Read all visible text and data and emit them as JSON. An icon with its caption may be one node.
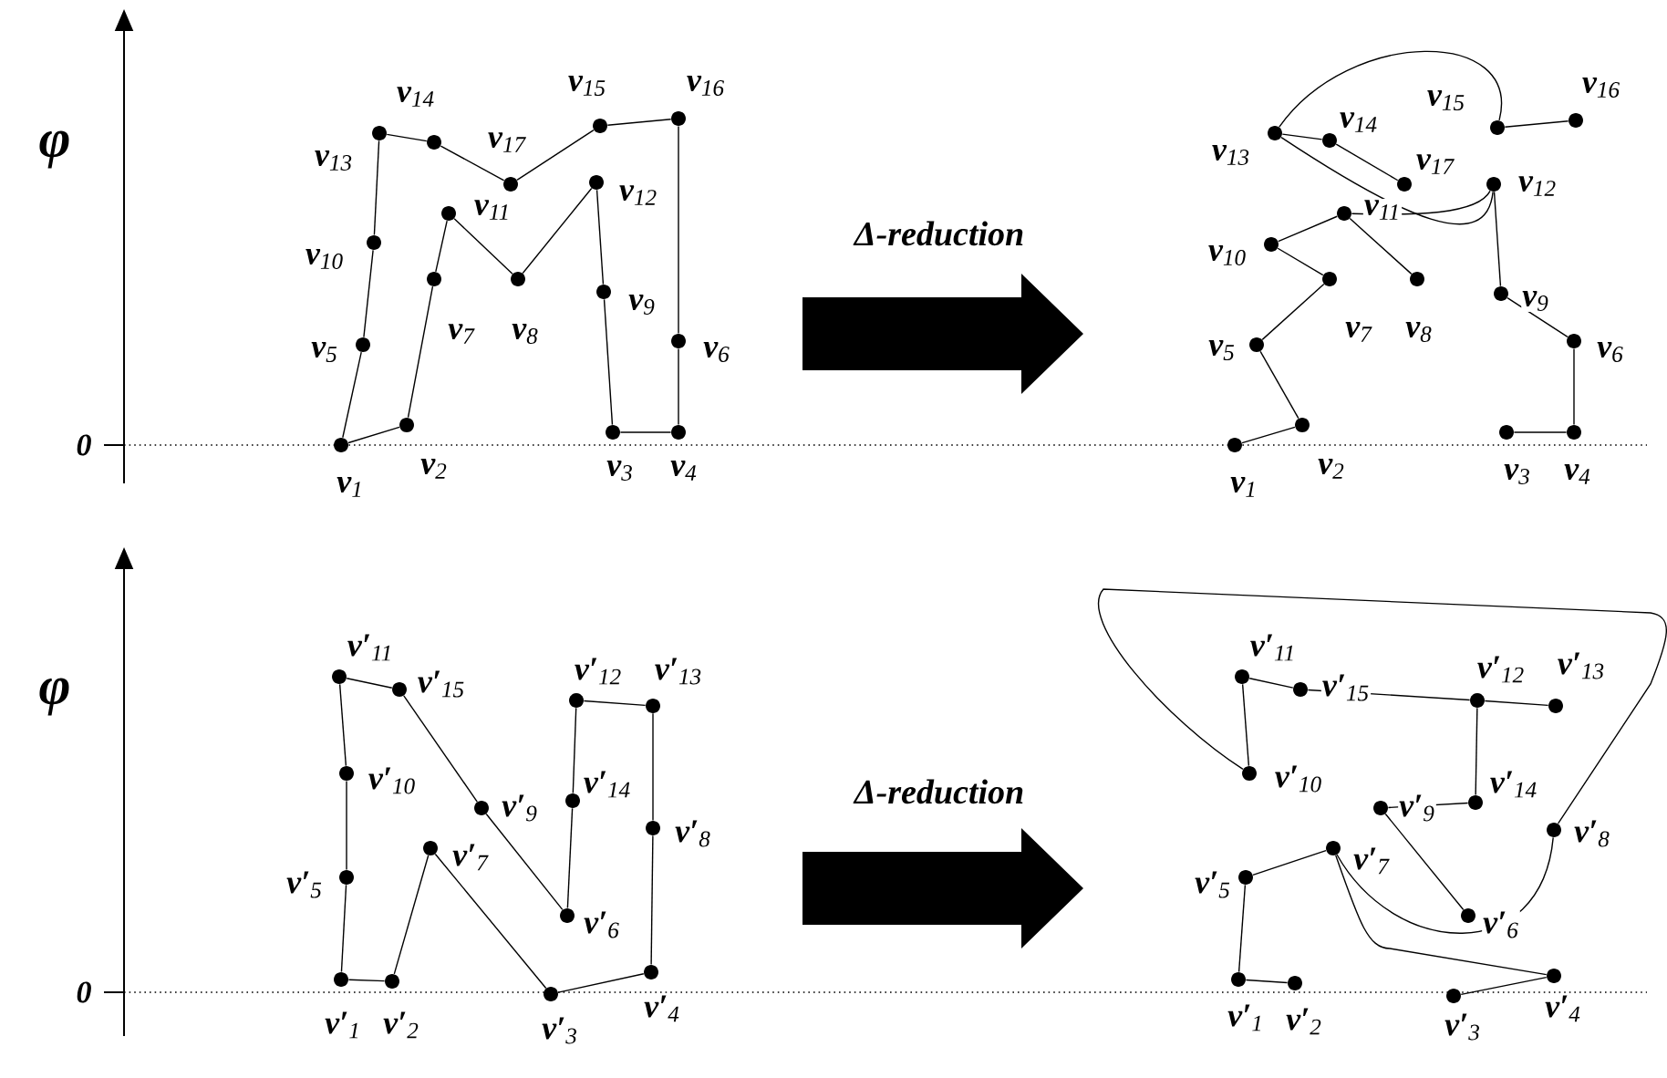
{
  "diagram": {
    "nodes": [
      {
        "text": [],
        "shape": "circle",
        "beside": [
          "**v**$_{1}$"
        ]
      },
      {
        "text": [],
        "shape": "circle",
        "beside": [
          "**v**$_{2}$"
        ]
      },
      {
        "text": [],
        "shape": "circle",
        "beside": [
          "**v**$_{3}$"
        ]
      },
      {
        "text": [],
        "shape": "circle",
        "beside": [
          "**v**$_{4}$"
        ]
      },
      {
        "text": [],
        "shape": "circle",
        "beside": [
          "**v**$_{5}$"
        ]
      },
      {
        "text": [],
        "shape": "circle",
        "beside": [
          "**v**$_{6}$"
        ]
      },
      {
        "text": [],
        "shape": "circle",
        "beside": [
          "**v**$_{7}$"
        ]
      },
      {
        "text": [],
        "shape": "circle",
        "beside": [
          "**v**$_{8}$"
        ]
      },
      {
        "text": [],
        "shape": "circle",
        "beside": [
          "**v**$_{9}$"
        ]
      },
      {
        "text": [],
        "shape": "circle",
        "beside": [
          "**v**$_{10}$"
        ]
      },
      {
        "text": [],
        "shape": "circle",
        "beside": [
          "**v**$_{11}$"
        ]
      },
      {
        "text": [],
        "shape": "circle",
        "beside": [
          "**v**$_{12}$"
        ]
      },
      {
        "text": [],
        "shape": "circle",
        "beside": [
          "**v**$_{13}$"
        ]
      },
      {
        "text": [],
        "shape": "circle",
        "beside": [
          "**v**$_{14}$"
        ]
      },
      {
        "text": [],
        "shape": "circle",
        "beside": [
          "**v**$_{15}$"
        ]
      },
      {
        "text": [],
        "shape": "circle",
        "beside": [
          "**v**$_{16}$"
        ]
      },
      {
        "text": [],
        "shape": "circle",
        "beside": [
          "**v**$_{17}$"
        ]
      },
      {
        "text": [],
        "shape": "circle",
        "beside": [
          "**v**$_{1}$"
        ]
      },
      {
        "text": [],
        "shape": "circle",
        "beside": [
          "**v**$_{2}$"
        ]
      },
      {
        "text": [],
        "shape": "circle",
        "beside": [
          "**v**$_{3}$"
        ]
      },
      {
        "text": [],
        "shape": "circle",
        "beside": [
          "**v**$_{4}$"
        ]
      },
      {
        "text": [],
        "shape": "circle",
        "beside": [
          "**v**$_{5}$"
        ]
      },
      {
        "text": [],
        "shape": "circle",
        "beside": [
          "**v**$_{6}$"
        ]
      },
      {
        "text": [],
        "shape": "circle",
        "beside": [
          "**v**$_{7}$"
        ]
      },
      {
        "text": [],
        "shape": "circle",
        "beside": [
          "**v**$_{8}$"
        ]
      },
      {
        "text": [],
        "shape": "circle",
        "beside": [
          "**v**$_{9}$"
        ]
      },
      {
        "text": [],
        "shape": "circle",
        "beside": [
          "**v**$_{10}$"
        ]
      },
      {
        "text": [],
        "shape": "circle",
        "beside": [
          "**v**$_{11}$"
        ]
      },
      {
        "text": [],
        "shape": "circle",
        "beside": [
          "**v**$_{12}$"
        ]
      },
      {
        "text": [],
        "shape": "circle",
        "beside": [
          "**v**$_{13}$"
        ]
      },
      {
        "text": [],
        "shape": "circle",
        "beside": [
          "**v**$_{14}$"
        ]
      },
      {
        "text": [],
        "shape": "circle",
        "beside": [
          "**v**$_{15}$"
        ]
      },
      {
        "text": [],
        "shape": "circle",
        "beside": [
          "**v**$_{16}$"
        ]
      },
      {
        "text": [],
        "shape": "circle",
        "beside": [
          "**v**$_{17}$"
        ]
      },
      {
        "text": [],
        "shape": "circle",
        "beside": [
          "**v′**$_{1}$"
        ]
      },
      {
        "text": [],
        "shape": "circle",
        "beside": [
          "**v′**$_{2}$"
        ]
      },
      {
        "text": [],
        "shape": "circle",
        "beside": [
          "**v′**$_{3}$"
        ]
      },
      {
        "text": [],
        "shape": "circle",
        "beside": [
          "**v′**$_{4}$"
        ]
      },
      {
        "text": [],
        "shape": "circle",
        "beside": [
          "**v′**$_{5}$"
        ]
      },
      {
        "text": [],
        "shape": "circle",
        "beside": [
          "**v′**$_{6}$"
        ]
      },
      {
        "text": [],
        "shape": "circle",
        "beside": [
          "**v′**$_{7}$"
        ]
      },
      {
        "text": [],
        "shape": "circle",
        "beside": [
          "**v′**$_{8}$"
        ]
      },
      {
        "text": [],
        "shape": "circle",
        "beside": [
          "**v′**$_{9}$"
        ]
      },
      {
        "text": [],
        "shape": "circle",
        "beside": [
          "**v′**$_{10}$"
        ]
      },
      {
        "text": [],
        "shape": "circle",
        "beside": [
          "**v′**$_{11}$"
        ]
      },
      {
        "text": [],
        "shape": "circle",
        "beside": [
          "**v′**$_{12}$"
        ]
      },
      {
        "text": [],
        "shape": "circle",
        "beside": [
          "**v′**$_{13}$"
        ]
      },
      {
        "text": [],
        "shape": "circle",
        "beside": [
          "**v′**$_{14}$"
        ]
      },
      {
        "text": [],
        "shape": "circle",
        "beside": [
          "**v′**$_{15}$"
        ]
      },
      {
        "text": [],
        "shape": "circle",
        "beside": [
          "**v′**$_{1}$"
        ]
      },
      {
        "text": [],
        "shape": "circle",
        "beside": [
          "**v′**$_{2}$"
        ]
      },
      {
        "text": [],
        "shape": "circle",
        "beside": [
          "**v′**$_{3}$"
        ]
      },
      {
        "text": [],
        "shape": "circle",
        "beside": [
          "**v′**$_{4}$"
        ]
      },
      {
        "text": [],
        "shape": "circle",
        "beside": [
          "**v′**$_{5}$"
        ]
      },
      {
        "text": [],
        "shape": "circle",
        "beside": [
          "**v′**$_{6}$"
        ]
      },
      {
        "text": [],
        "shape": "circle",
        "beside": [
          "**v′**$_{7}$"
        ]
      },
      {
        "text": [],
        "shape": "circle",
        "beside": [
          "**v′**$_{8}$"
        ]
      },
      {
        "text": [],
        "shape": "circle",
        "beside": [
          "**v′**$_{9}$"
        ]
      },
      {
        "text": [],
        "shape": "circle",
        "beside": [
          "**v′**$_{10}$"
        ]
      },
      {
        "text": [],
        "shape": "circle",
        "beside": [
          "**v′**$_{11}$"
        ]
      },
      {
        "text": [],
        "shape": "circle",
        "beside": [
          "**v′**$_{12}$"
        ]
      },
      {
        "text": [],
        "shape": "circle",
        "beside": [
          "**v′**$_{13}$"
        ]
      },
      {
        "text": [],
        "shape": "circle",
        "beside": [
          "**v′**$_{14}$"
        ]
      },
      {
        "text": [],
        "shape": "circle",
        "beside": [
          "**v′**$_{15}$"
        ]
      }
    ],
    "edges": [
      {
        "from": 0,
        "to": 1,
        "arrow": "none"
      },
      {
        "from": 1,
        "to": 6,
        "arrow": "none"
      },
      {
        "from": 6,
        "to": 10,
        "arrow": "none"
      },
      {
        "from": 10,
        "to": 7,
        "arrow": "none"
      },
      {
        "from": 7,
        "to": 11,
        "arrow": "none"
      },
      {
        "from": 11,
        "to": 8,
        "arrow": "none"
      },
      {
        "from": 8,
        "to": 2,
        "arrow": "none"
      },
      {
        "from": 2,
        "to": 3,
        "arrow": "none"
      },
      {
        "from": 3,
        "to": 5,
        "arrow": "none"
      },
      {
        "from": 5,
        "to": 15,
        "arrow": "none"
      },
      {
        "from": 15,
        "to": 14,
        "arrow": "none"
      },
      {
        "from": 14,
        "to": 16,
        "arrow": "none"
      },
      {
        "from": 16,
        "to": 13,
        "arrow": "none"
      },
      {
        "from": 13,
        "to": 12,
        "arrow": "none"
      },
      {
        "from": 12,
        "to": 9,
        "arrow": "none"
      },
      {
        "from": 9,
        "to": 4,
        "arrow": "none"
      },
      {
        "from": 4,
        "to": 0,
        "arrow": "none"
      },
      {
        "from": 17,
        "to": 18,
        "arrow": "none"
      },
      {
        "from": 18,
        "to": 21,
        "arrow": "none"
      },
      {
        "from": 21,
        "to": 23,
        "arrow": "none"
      },
      {
        "from": 23,
        "to": 26,
        "arrow": "none"
      },
      {
        "from": 26,
        "to": 27,
        "arrow": "none"
      },
      {
        "from": 27,
        "to": 24,
        "arrow": "none"
      },
      {
        "from": 27,
        "to": 28,
        "arrow": "none"
      },
      {
        "from": 29,
        "to": 28,
        "arrow": "none"
      },
      {
        "from": 29,
        "to": 30,
        "arrow": "none"
      },
      {
        "from": 30,
        "to": 33,
        "arrow": "none"
      },
      {
        "from": 29,
        "to": 31,
        "arrow": "none"
      },
      {
        "from": 31,
        "to": 32,
        "arrow": "none"
      },
      {
        "from": 28,
        "to": 25,
        "arrow": "none"
      },
      {
        "from": 25,
        "to": 22,
        "arrow": "none"
      },
      {
        "from": 22,
        "to": 20,
        "arrow": "none"
      },
      {
        "from": 20,
        "to": 19,
        "arrow": "none"
      },
      {
        "from": 34,
        "to": 35,
        "arrow": "none"
      },
      {
        "from": 35,
        "to": 40,
        "arrow": "none"
      },
      {
        "from": 40,
        "to": 36,
        "arrow": "none"
      },
      {
        "from": 36,
        "to": 37,
        "arrow": "none"
      },
      {
        "from": 37,
        "to": 41,
        "arrow": "none"
      },
      {
        "from": 41,
        "to": 46,
        "arrow": "none"
      },
      {
        "from": 46,
        "to": 45,
        "arrow": "none"
      },
      {
        "from": 45,
        "to": 47,
        "arrow": "none"
      },
      {
        "from": 47,
        "to": 39,
        "arrow": "none"
      },
      {
        "from": 39,
        "to": 42,
        "arrow": "none"
      },
      {
        "from": 42,
        "to": 48,
        "arrow": "none"
      },
      {
        "from": 48,
        "to": 44,
        "arrow": "none"
      },
      {
        "from": 44,
        "to": 43,
        "arrow": "none"
      },
      {
        "from": 43,
        "to": 38,
        "arrow": "none"
      },
      {
        "from": 38,
        "to": 34,
        "arrow": "none"
      },
      {
        "from": 49,
        "to": 50,
        "arrow": "none"
      },
      {
        "from": 49,
        "to": 53,
        "arrow": "none"
      },
      {
        "from": 53,
        "to": 55,
        "arrow": "none"
      },
      {
        "from": 55,
        "to": 56,
        "arrow": "none"
      },
      {
        "from": 55,
        "to": 52,
        "arrow": "none"
      },
      {
        "from": 51,
        "to": 52,
        "arrow": "none"
      },
      {
        "from": 57,
        "to": 54,
        "arrow": "none"
      },
      {
        "from": 57,
        "to": 62,
        "arrow": "none"
      },
      {
        "from": 62,
        "to": 60,
        "arrow": "none"
      },
      {
        "from": 60,
        "to": 61,
        "arrow": "none"
      },
      {
        "from": 60,
        "to": 63,
        "arrow": "none"
      },
      {
        "from": 63,
        "to": 59,
        "arrow": "none"
      },
      {
        "from": 59,
        "to": 58,
        "arrow": "none"
      },
      {
        "from": 58,
        "to": 56,
        "arrow": "none"
      }
    ],
    "labels": [
      "φ",
      "Δ-reduction",
      "0",
      "φ",
      "Δ-reduction",
      "0"
    ]
  }
}
